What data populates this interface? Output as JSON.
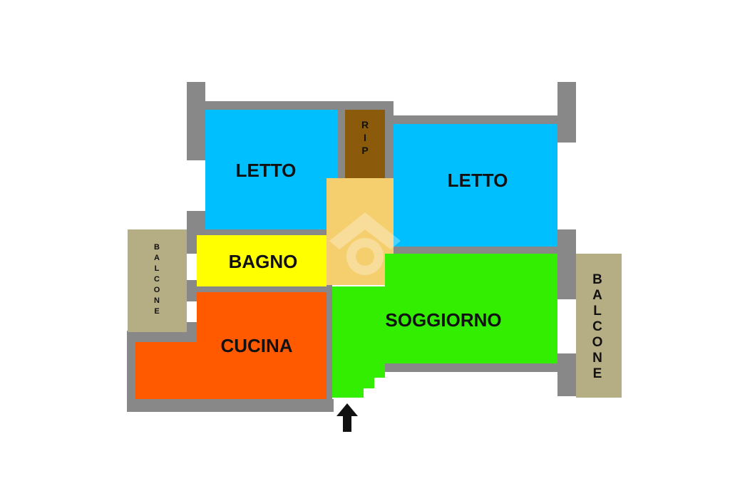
{
  "rooms": {
    "letto_left": {
      "label": "LETTO",
      "color": "#00bfff"
    },
    "letto_right": {
      "label": "LETTO",
      "color": "#00bfff"
    },
    "rip": {
      "label": "RIP",
      "color": "#8b5a0a"
    },
    "bagno": {
      "label": "BAGNO",
      "color": "#ffff00"
    },
    "cucina": {
      "label": "CUCINA",
      "color": "#ff5a00"
    },
    "soggiorno": {
      "label": "SOGGIORNO",
      "color": "#33ee00"
    },
    "disimpegno": {
      "label": "",
      "color": "#f5cf6e"
    },
    "balcone_left": {
      "label": "BALCONE",
      "color": "#b5ad83"
    },
    "balcone_right": {
      "label": "BALCONE",
      "color": "#b5ad83"
    }
  },
  "colors": {
    "wall": "#888888",
    "arrow": "#111111"
  },
  "entrance_icon": "arrow-up-icon",
  "watermark_icon": "house-watermark-icon"
}
